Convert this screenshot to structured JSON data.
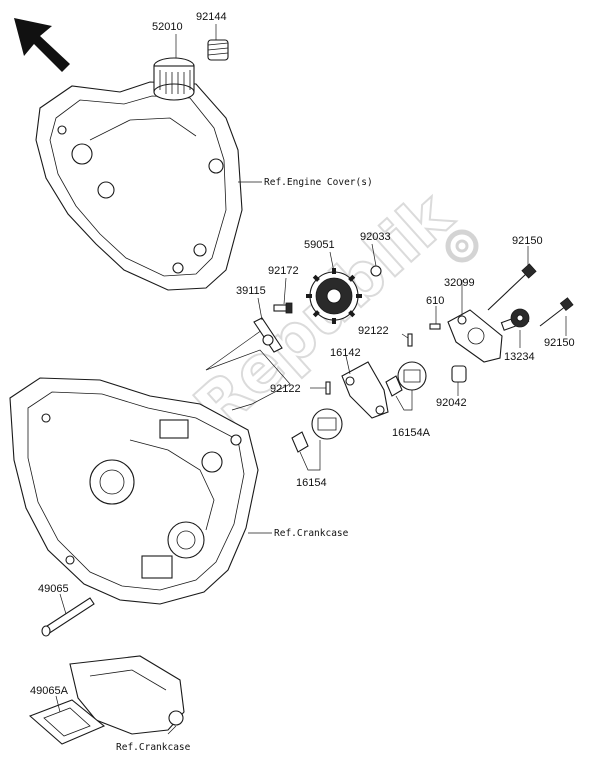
{
  "parts": {
    "p52010": "52010",
    "p92144": "92144",
    "p59051": "59051",
    "p92033": "92033",
    "p92172": "92172",
    "p39115": "39115",
    "p92150a": "92150",
    "p32099": "32099",
    "p610": "610",
    "p92122a": "92122",
    "p92150b": "92150",
    "p13234": "13234",
    "p16142": "16142",
    "p92122b": "92122",
    "p92042": "92042",
    "p16154A": "16154A",
    "p16154": "16154",
    "p49065": "49065",
    "p49065A": "49065A"
  },
  "refs": {
    "engine_cover": "Ref.Engine Cover(s)",
    "crankcase_main": "Ref.Crankcase",
    "crankcase_inset": "Ref.Crankcase"
  },
  "watermark": {
    "text": "PartsRepublik"
  },
  "icons": {
    "direction": "arrow-up-left-icon",
    "watermark_gear": "gear-icon"
  }
}
